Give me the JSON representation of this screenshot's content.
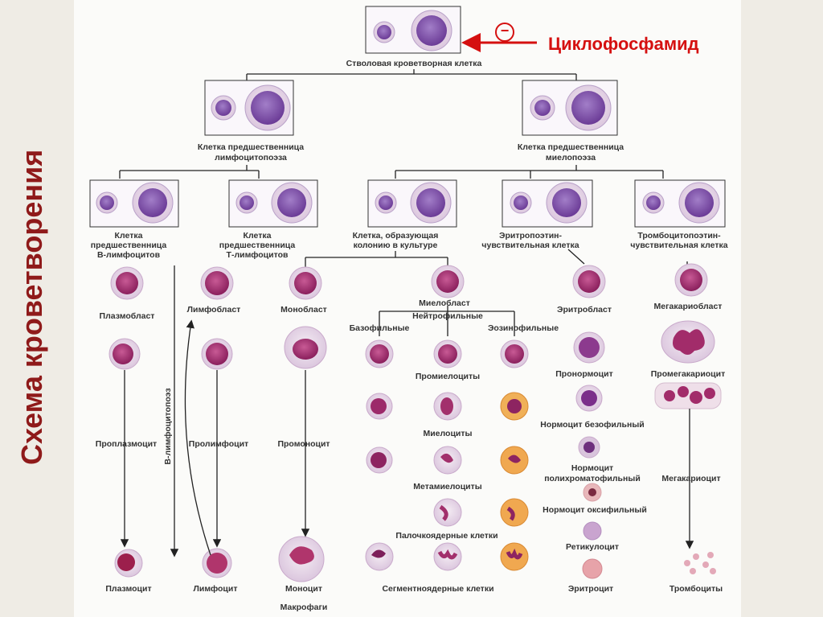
{
  "side_title": "Схема кроветворения",
  "drug": {
    "label": "Циклофосфамид",
    "sign": "−"
  },
  "labels": {
    "stem": "Стволовая кроветворная клетка",
    "lymph_prog_1": "Клетка предшественница",
    "lymph_prog_2": "лимфоцитопоэза",
    "myelo_prog_1": "Клетка предшественница",
    "myelo_prog_2": "миелопоэза",
    "b_1": "Клетка",
    "b_2": "предшественница",
    "b_3": "В-лимфоцитов",
    "t_1": "Клетка",
    "t_2": "предшественница",
    "t_3": "Т-лимфоцитов",
    "cfu_1": "Клетка, образующая",
    "cfu_2": "колонию в культуре",
    "ery_1": "Эритропоэтин-",
    "ery_2": "чувствительная клетка",
    "thr_1": "Тромбоцитопоэтин-",
    "thr_2": "чувствительная клетка",
    "plasmoblast": "Плазмобласт",
    "lymphoblast": "Лимфобласт",
    "monoblast": "Монобласт",
    "myeloblast": "Миелобласт",
    "erythroblast": "Эритробласт",
    "megakaryoblast": "Мегакариобласт",
    "neutrophilic": "Нейтрофильные",
    "basophilic": "Базофильные",
    "eosinophilic": "Эозинофильные",
    "promyelocytes": "Промиелоциты",
    "myelocytes": "Миелоциты",
    "metamyelocytes": "Метамиелоциты",
    "band": "Палочкоядерные клетки",
    "segmented": "Сегментноядерные клетки",
    "proplasmocyte": "Проплазмоцит",
    "prolymphocyte": "Пролимфоцит",
    "promonocyte": "Промоноцит",
    "pronormocyte": "Пронормоцит",
    "normo_baso": "Нормоцит безофильный",
    "normo_poly_1": "Нормоцит",
    "normo_poly_2": "полихроматофильный",
    "normo_oxy": "Нормоцит оксифильный",
    "reticulocyte": "Ретикулоцит",
    "promegakaryocyte": "Промегакариоцит",
    "megakaryocyte": "Мегакариоцит",
    "plasmocyte": "Плазмоцит",
    "lymphocyte": "Лимфоцит",
    "monocyte": "Моноцит",
    "macrophages": "Макрофаги",
    "erythrocyte": "Эритроцит",
    "platelets": "Тромбоциты",
    "b_lymphopoiesis": "В-лимфоцитопоэз"
  },
  "colors": {
    "title": "#8f1a1a",
    "drug": "#d51010",
    "cell_nucleus": "#b23a7a",
    "cell_cytoplasm": "#ead6e8"
  }
}
